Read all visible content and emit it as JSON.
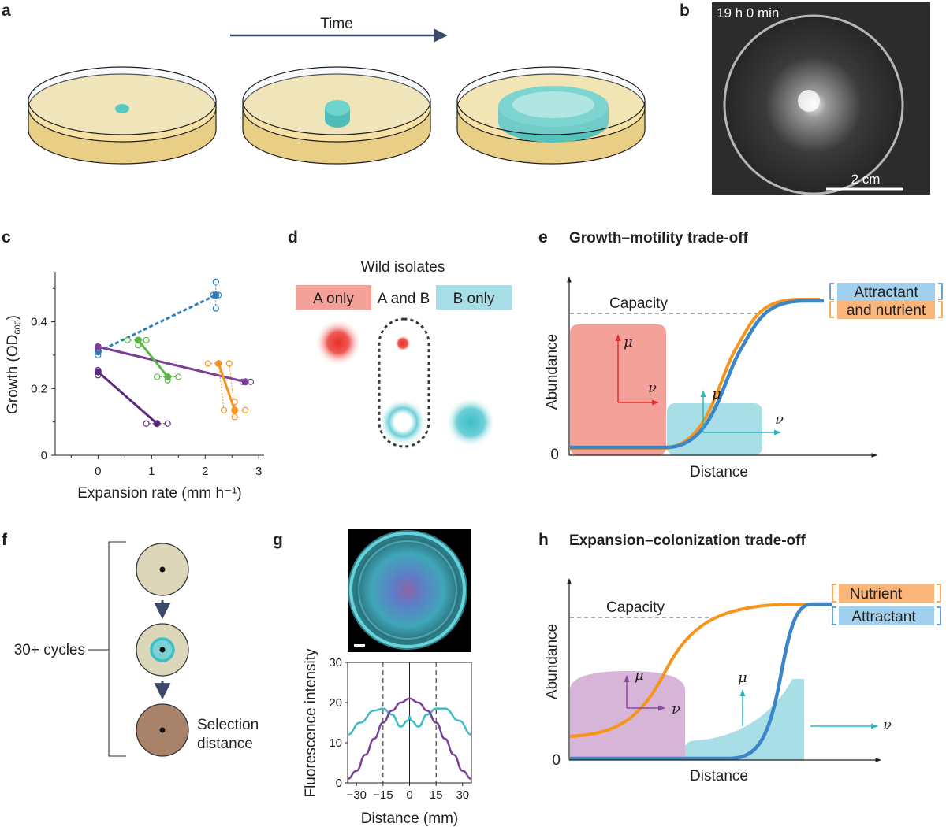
{
  "panels": {
    "a": {
      "label": "a",
      "time_label": "Time"
    },
    "b": {
      "label": "b",
      "timestamp": "19 h  0 min",
      "scale": "2 cm"
    },
    "c": {
      "label": "c"
    },
    "d": {
      "label": "d",
      "title": "Wild isolates",
      "legend": {
        "a_only": "A only",
        "a_and_b": "A and B",
        "b_only": "B only"
      }
    },
    "e": {
      "label": "e",
      "title": "Growth–motility trade-off",
      "capacity": "Capacity",
      "ylabel": "Abundance",
      "xlabel": "Distance",
      "zero": "0",
      "mu": "μ",
      "nu": "ν",
      "box1": "Attractant",
      "box2": "and nutrient"
    },
    "f": {
      "label": "f",
      "cycles": "30+ cycles",
      "selection1": "Selection",
      "selection2": "distance"
    },
    "g": {
      "label": "g"
    },
    "h": {
      "label": "h",
      "title": "Expansion–colonization trade-off",
      "capacity": "Capacity",
      "ylabel": "Abundance",
      "xlabel": "Distance",
      "zero": "0",
      "mu": "μ",
      "nu": "ν",
      "box1": "Nutrient",
      "box2": "Attractant"
    }
  },
  "colors": {
    "purple": "#7b3f98",
    "green": "#5bb746",
    "orange": "#f7941d",
    "blue": "#2a7fc1",
    "cyan": "#3dbdc6",
    "red": "#e8302c",
    "salmon": "#f4a19a",
    "lightcyan": "#a8dfe6",
    "lavender": "#d6b5d8"
  },
  "chart_data": [
    {
      "type": "scatter",
      "panel": "c",
      "xlabel": "Expansion rate (mm h⁻¹)",
      "ylabel": "Growth (OD600)",
      "ylabel_main": "Growth (OD",
      "ylabel_sub": "600",
      "ylabel_end": ")",
      "xlim": [
        -0.8,
        3.1
      ],
      "ylim": [
        0,
        0.55
      ],
      "xticks": [
        "0",
        "1",
        "2",
        "3"
      ],
      "yticks": [
        "0",
        "0.2",
        "0.4"
      ],
      "series": [
        {
          "color": "#2a7fc1",
          "dashed": true,
          "points": [
            [
              0,
              0.31
            ],
            [
              2.2,
              0.48
            ]
          ],
          "replicates": [
            [
              0,
              0.3
            ],
            [
              0,
              0.31
            ],
            [
              2.15,
              0.48
            ],
            [
              2.2,
              0.52
            ],
            [
              2.25,
              0.48
            ],
            [
              2.2,
              0.44
            ]
          ]
        },
        {
          "color": "#7b3f98",
          "dashed": false,
          "points": [
            [
              0,
              0.325
            ],
            [
              2.75,
              0.22
            ]
          ],
          "replicates": [
            [
              0,
              0.32
            ],
            [
              2.7,
              0.22
            ],
            [
              2.85,
              0.22
            ]
          ]
        },
        {
          "color": "#5bb746",
          "dashed": false,
          "points": [
            [
              0.75,
              0.345
            ],
            [
              1.3,
              0.235
            ]
          ],
          "replicates": [
            [
              0.55,
              0.345
            ],
            [
              0.9,
              0.345
            ],
            [
              0.75,
              0.33
            ],
            [
              1.1,
              0.235
            ],
            [
              1.5,
              0.235
            ],
            [
              1.3,
              0.225
            ]
          ]
        },
        {
          "color": "#f7941d",
          "dashed": false,
          "points": [
            [
              2.25,
              0.275
            ],
            [
              2.55,
              0.135
            ]
          ],
          "replicates": [
            [
              2.05,
              0.275
            ],
            [
              2.45,
              0.275
            ],
            [
              2.35,
              0.135
            ],
            [
              2.75,
              0.135
            ],
            [
              2.55,
              0.115
            ],
            [
              2.55,
              0.16
            ]
          ]
        },
        {
          "color": "#5b2a7e",
          "dashed": false,
          "points": [
            [
              0,
              0.25
            ],
            [
              1.1,
              0.095
            ]
          ],
          "replicates": [
            [
              0,
              0.255
            ],
            [
              0,
              0.24
            ],
            [
              0.9,
              0.095
            ],
            [
              1.3,
              0.095
            ]
          ]
        }
      ]
    },
    {
      "type": "line",
      "panel": "g",
      "xlabel": "Distance (mm)",
      "ylabel": "Fluorescence intensity",
      "xlim": [
        -35,
        35
      ],
      "ylim": [
        0,
        30
      ],
      "xticks": [
        "−30",
        "−15",
        "0",
        "15",
        "30"
      ],
      "yticks": [
        "0",
        "10",
        "20",
        "30"
      ],
      "series": [
        {
          "color": "#3dbdc6",
          "x": [
            -35,
            -28,
            -20,
            -15,
            -10,
            -5,
            -1,
            0,
            1,
            5,
            10,
            15,
            20,
            28,
            35
          ],
          "y": [
            12,
            15,
            18,
            18.5,
            17,
            14,
            15.5,
            16.5,
            15.5,
            14,
            17,
            18.5,
            18.5,
            15.5,
            12
          ]
        },
        {
          "color": "#7b3f98",
          "x": [
            -35,
            -30,
            -25,
            -20,
            -15,
            -10,
            -5,
            0,
            5,
            10,
            15,
            20,
            25,
            30,
            35
          ],
          "y": [
            1,
            3,
            7,
            11,
            15,
            18,
            20,
            21,
            20,
            18,
            15,
            11,
            7,
            3,
            1
          ]
        }
      ]
    }
  ]
}
